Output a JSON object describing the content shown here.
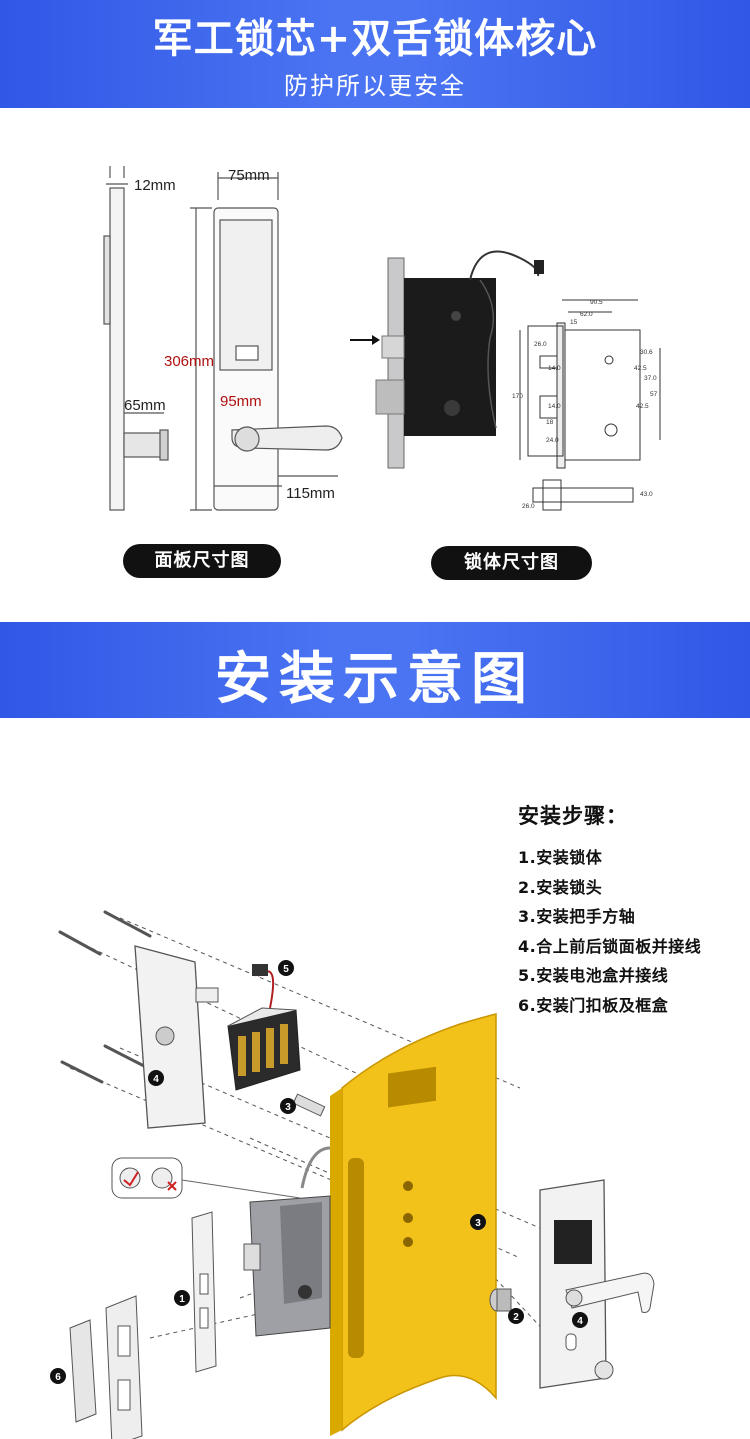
{
  "header": {
    "title": "军工锁芯+双舌锁体核心",
    "subtitle": "防护所以更安全"
  },
  "dimensions": {
    "panel": {
      "thickness": "12mm",
      "width": "75mm",
      "height": "306mm",
      "spindle_offset": "65mm",
      "handle_offset": "95mm",
      "handle_length": "115mm"
    },
    "lockbody_labels": [
      "90.5",
      "62.0",
      "15",
      "30.6",
      "26.0",
      "37.0",
      "24.0",
      "42.5",
      "57",
      "170",
      "42.5",
      "14.0",
      "14.0",
      "18",
      "26.0",
      "43.0"
    ],
    "panel_caption": "面板尺寸图",
    "body_caption": "锁体尺寸图"
  },
  "install": {
    "title": "安装示意图",
    "steps_title": "安装步骤：",
    "steps": [
      "1.安装锁体",
      "2.安装锁头",
      "3.安装把手方轴",
      "4.合上前后锁面板并接线",
      "5.安装电池盒并接线",
      "6.安装门扣板及框盒"
    ],
    "callouts": [
      "1",
      "2",
      "3",
      "3",
      "4",
      "4",
      "5",
      "6"
    ]
  },
  "colors": {
    "banner": "#3b63ee",
    "door": "#f2c21a",
    "pill": "#111111"
  }
}
